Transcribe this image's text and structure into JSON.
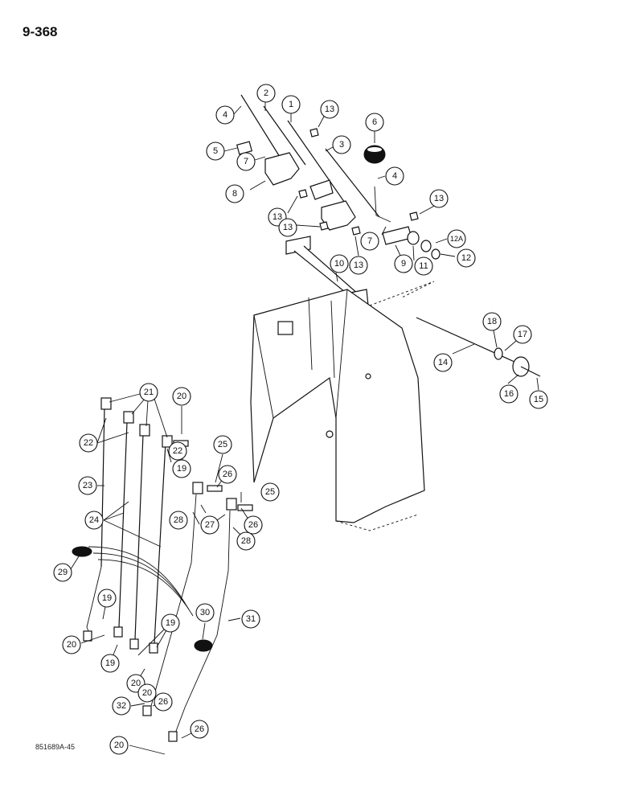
{
  "page": {
    "number": "9-368",
    "figure_code": "851689A-45"
  },
  "callouts": [
    "1",
    "2",
    "3",
    "4",
    "4",
    "5",
    "6",
    "7",
    "7",
    "8",
    "9",
    "10",
    "11",
    "12",
    "12A",
    "13",
    "13",
    "13",
    "13",
    "13",
    "14",
    "15",
    "16",
    "17",
    "18",
    "19",
    "19",
    "19",
    "19",
    "20",
    "20",
    "20",
    "20",
    "20",
    "21",
    "22",
    "22",
    "23",
    "24",
    "25",
    "25",
    "26",
    "26",
    "26",
    "26",
    "27",
    "28",
    "28",
    "29",
    "30",
    "31",
    "32"
  ]
}
